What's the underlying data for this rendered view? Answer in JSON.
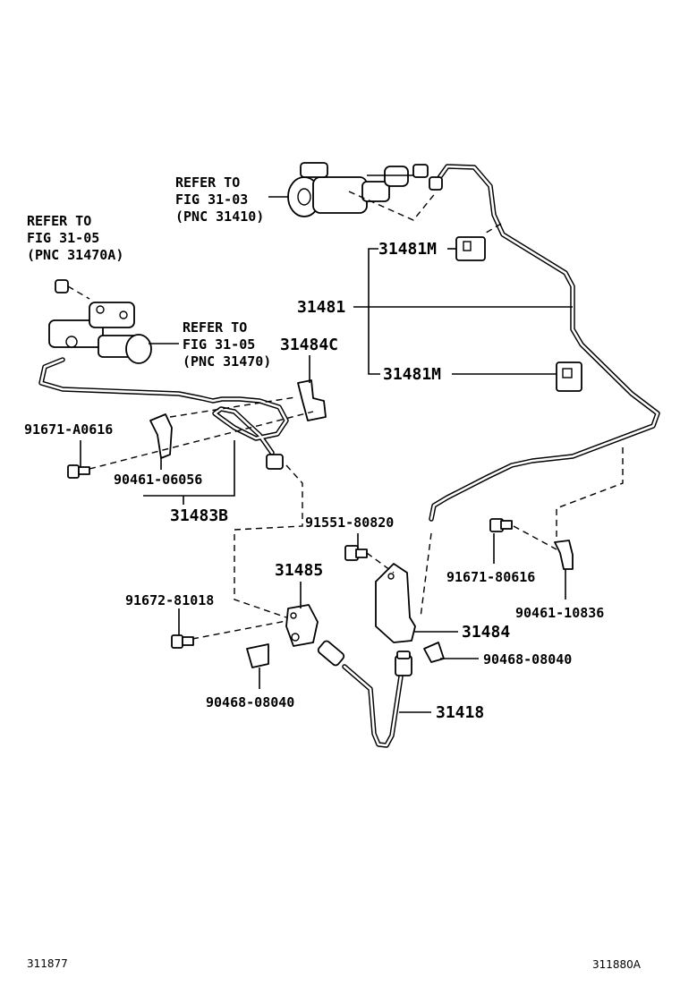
{
  "labels": {
    "ref_master_cyl": [
      "REFER TO",
      "FIG 31-03",
      "(PNC 31410)"
    ],
    "ref_release_cyl_a": [
      "REFER TO",
      "FIG 31-05",
      "(PNC 31470A)"
    ],
    "ref_release_cyl": [
      "REFER TO",
      "FIG 31-05",
      "(PNC 31470)"
    ],
    "p31481M_top": "31481M",
    "p31481": "31481",
    "p31481M_bottom": "31481M",
    "p31484C": "31484C",
    "p91671_A0616": "91671-A0616",
    "p90461_06056": "90461-06056",
    "p31483B": "31483B",
    "p91551_80820": "91551-80820",
    "p91671_80616": "91671-80616",
    "p31485": "31485",
    "p90461_10836": "90461-10836",
    "p91672_81018": "91672-81018",
    "p31484": "31484",
    "p90468_08040_right": "90468-08040",
    "p90468_08040_left": "90468-08040",
    "p31418": "31418"
  },
  "footer": {
    "left_code": "311877",
    "right_code": "311880A"
  }
}
